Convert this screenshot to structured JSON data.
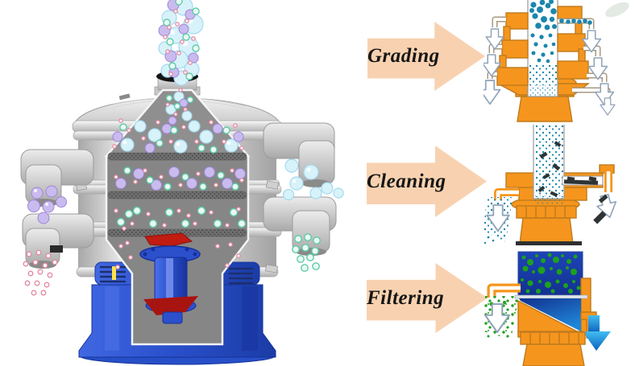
{
  "processes": [
    {
      "id": "grading",
      "label": "Grading"
    },
    {
      "id": "cleaning",
      "label": "Cleaning"
    },
    {
      "id": "filtering",
      "label": "Filtering"
    }
  ],
  "machine": {
    "name": "vibrating-sifter-cutaway",
    "streams": [
      {
        "name": "feed-inlet-mixed"
      },
      {
        "name": "coarse-outlet-right-upper",
        "color": "#bfe3f2"
      },
      {
        "name": "medium-outlet-left-upper",
        "color": "#cabbee"
      },
      {
        "name": "fine-outlet-right-lower",
        "color": "#8fd8bd"
      },
      {
        "name": "superfine-outlet-left-lower",
        "color": "#e9a8bb"
      }
    ]
  },
  "colors": {
    "arrow-fill": "#f8d2b0",
    "label-text": "#161616",
    "diagram-orange": "#f5951d",
    "diagram-orange-dark": "#bf7a1c",
    "teal-particle": "#1b86ae",
    "leaf-green": "#1da11d",
    "impurity-dark": "#2e3436",
    "base-blue": "#2a50cc",
    "motor-red": "#c01c12",
    "flow-blue": "#1390dc"
  }
}
